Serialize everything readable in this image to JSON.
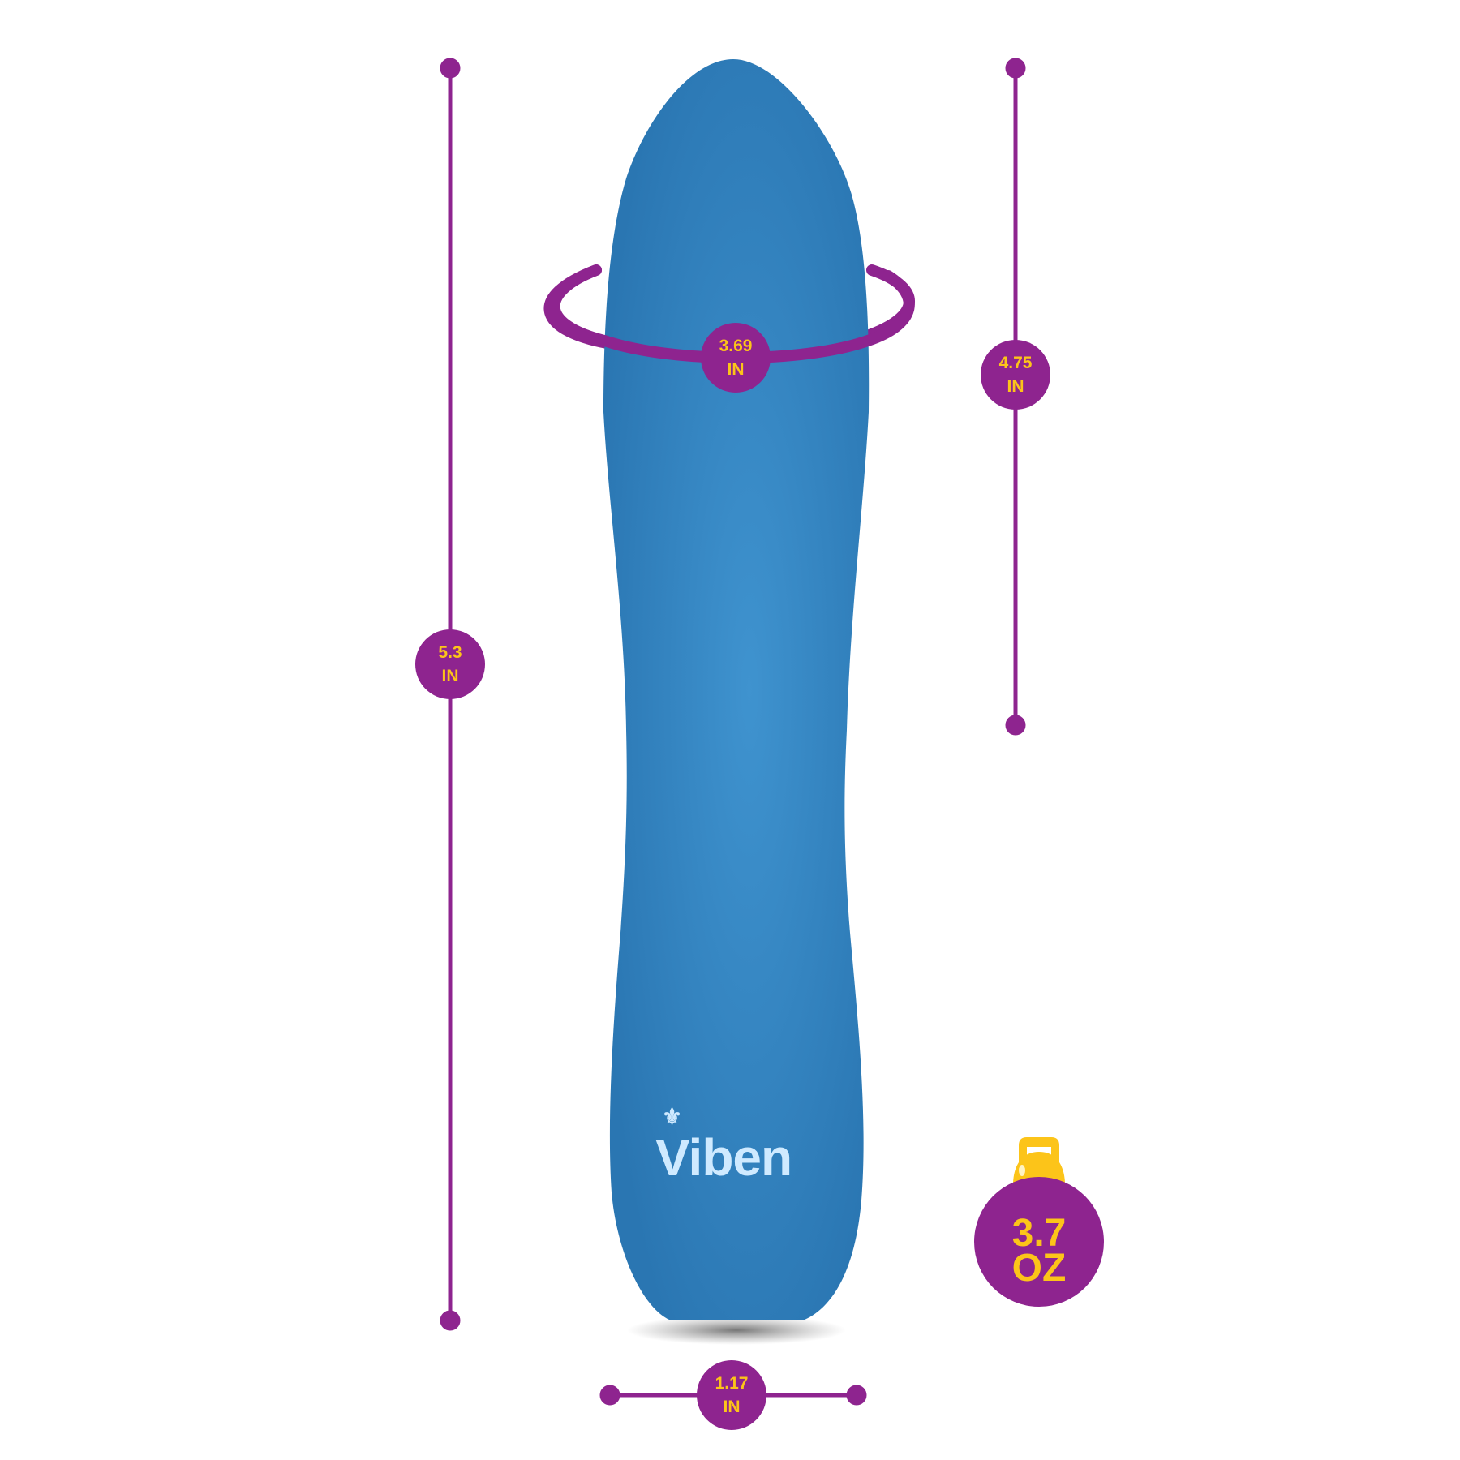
{
  "product": {
    "brand": "Viben",
    "body_color": "#2f82bf",
    "accent_color": "#8e248f",
    "label_color": "#fcc419"
  },
  "dimensions": {
    "total_length": {
      "value": "5.3",
      "unit": "IN"
    },
    "insertable_length": {
      "value": "4.75",
      "unit": "IN"
    },
    "circumference": {
      "value": "3.69",
      "unit": "IN"
    },
    "diameter": {
      "value": "1.17",
      "unit": "IN"
    },
    "weight": {
      "value": "3.7",
      "unit": "OZ",
      "icon": "kettlebell-icon"
    }
  }
}
